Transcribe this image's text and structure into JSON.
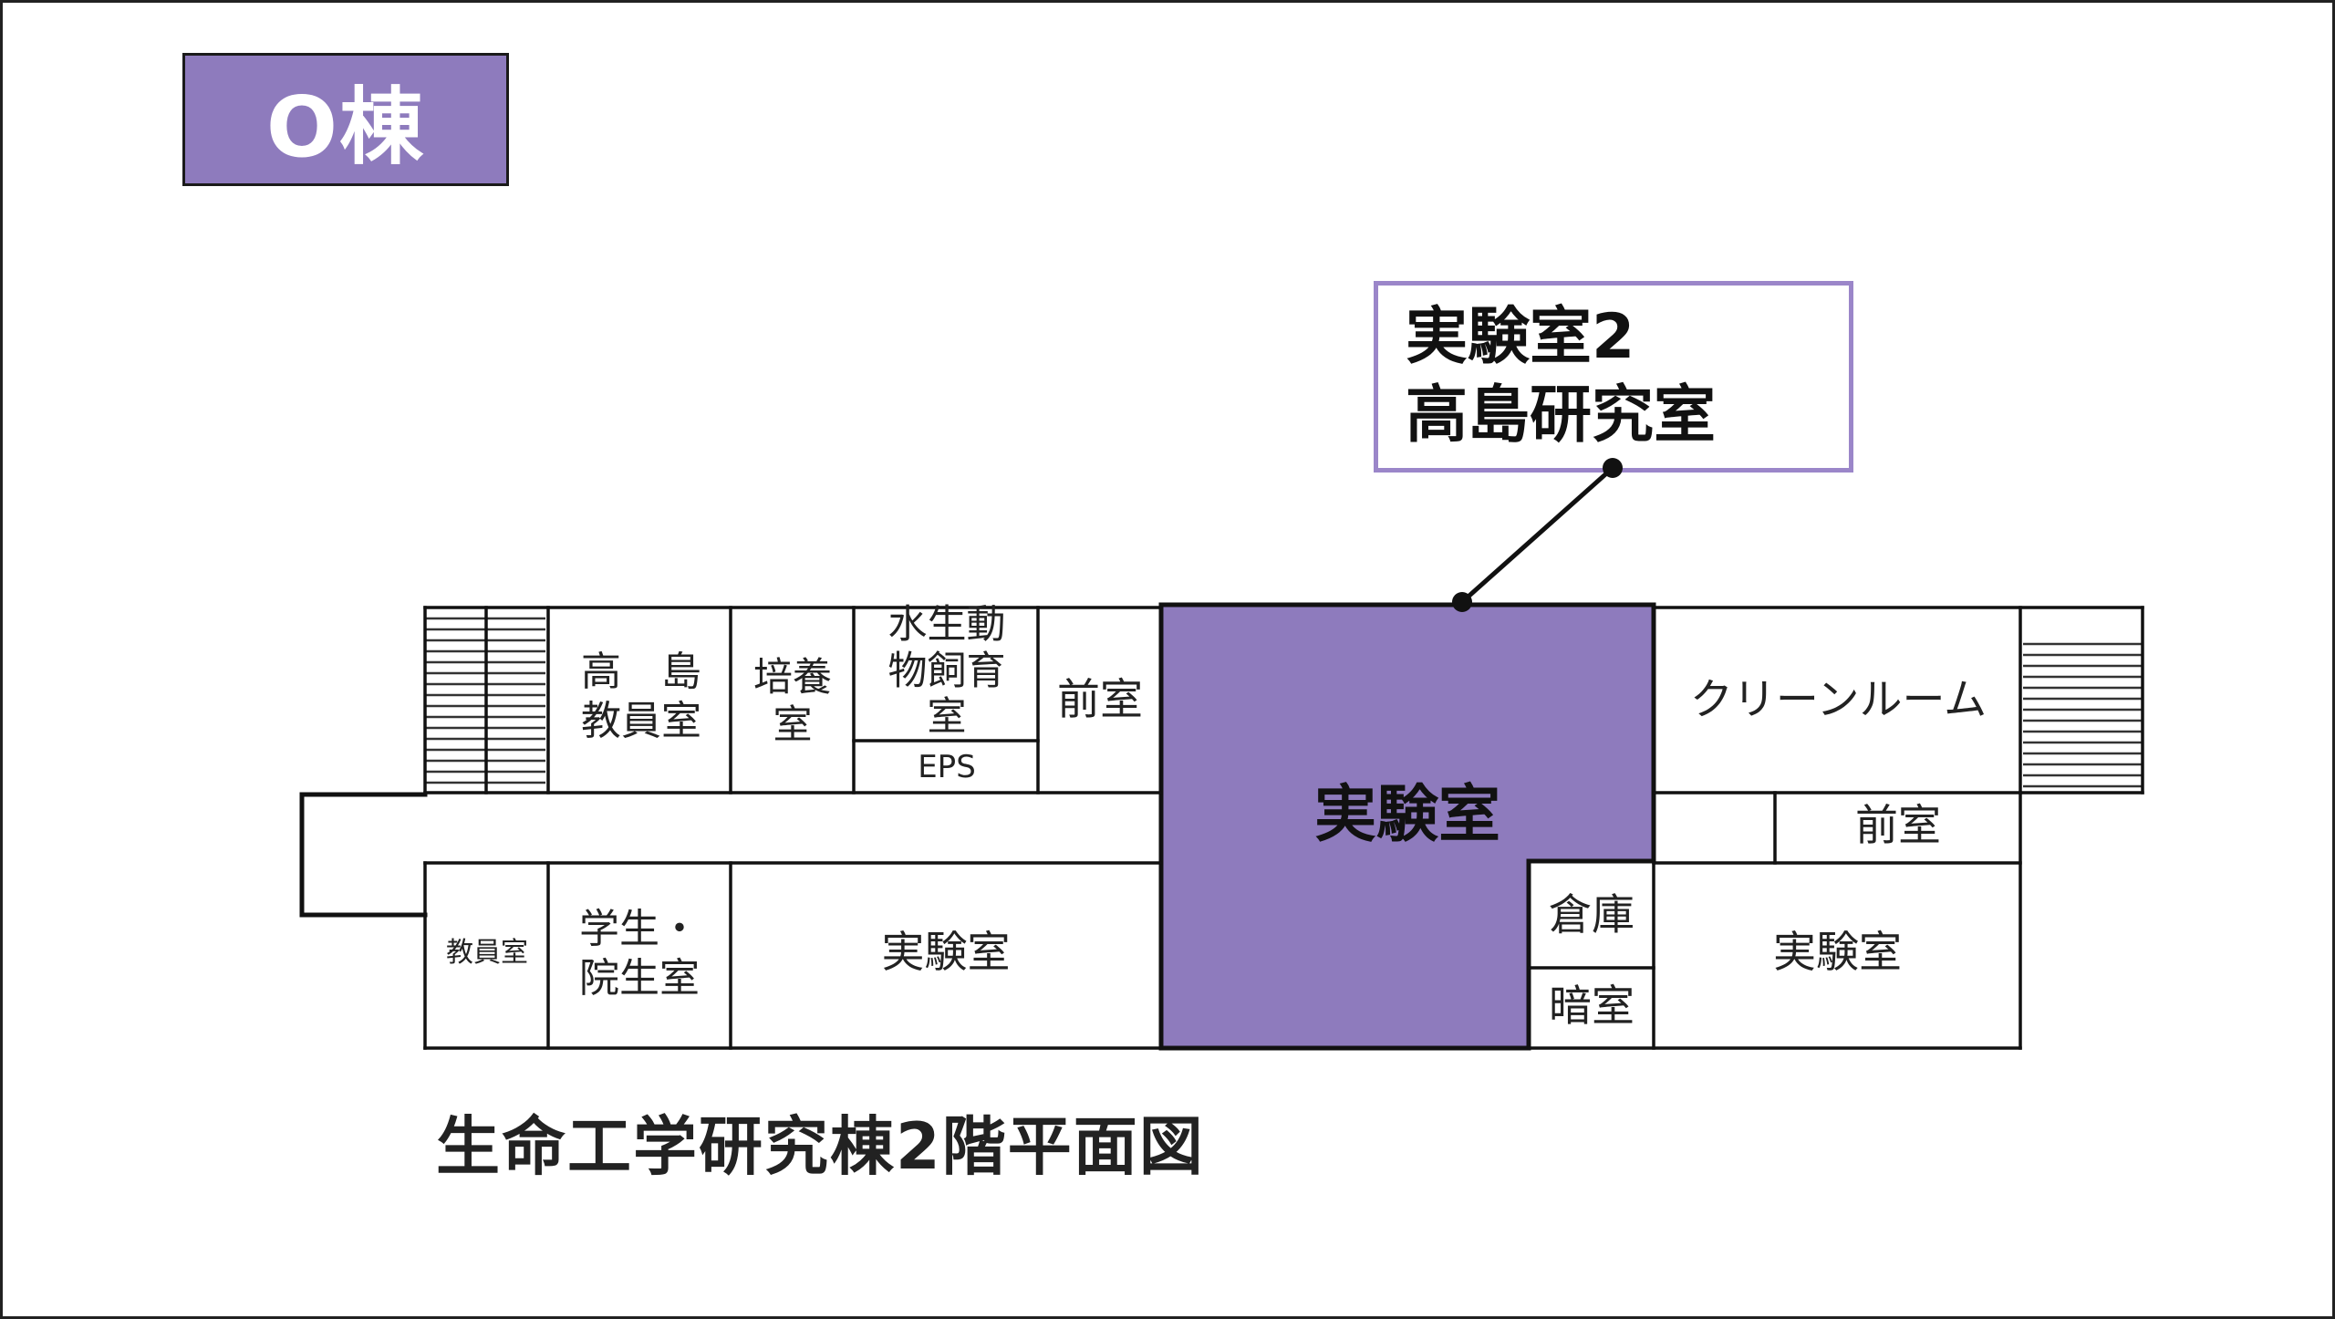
{
  "building_tag": "O棟",
  "callout": {
    "line1": "実験室2",
    "line2": "高島研究室"
  },
  "floor_plan": {
    "caption": "生命工学研究棟2階平面図",
    "highlight_color": "#8e7bbd",
    "rooms": {
      "takashima_office_line1": "高　島",
      "takashima_office_line2": "教員室",
      "culture_line1": "培養",
      "culture_line2": "室",
      "aquatic_line1": "水生動",
      "aquatic_line2": "物飼育",
      "aquatic_line3": "室",
      "eps": "EPS",
      "anteroom_upper": "前室",
      "lab_highlight": "実験室",
      "clean_room": "クリーンルーム",
      "anteroom_lower": "前室",
      "faculty_office": "教員室",
      "student_line1": "学生・",
      "student_line2": "院生室",
      "lab_left": "実験室",
      "storage": "倉庫",
      "darkroom": "暗室",
      "lab_right": "実験室"
    }
  }
}
